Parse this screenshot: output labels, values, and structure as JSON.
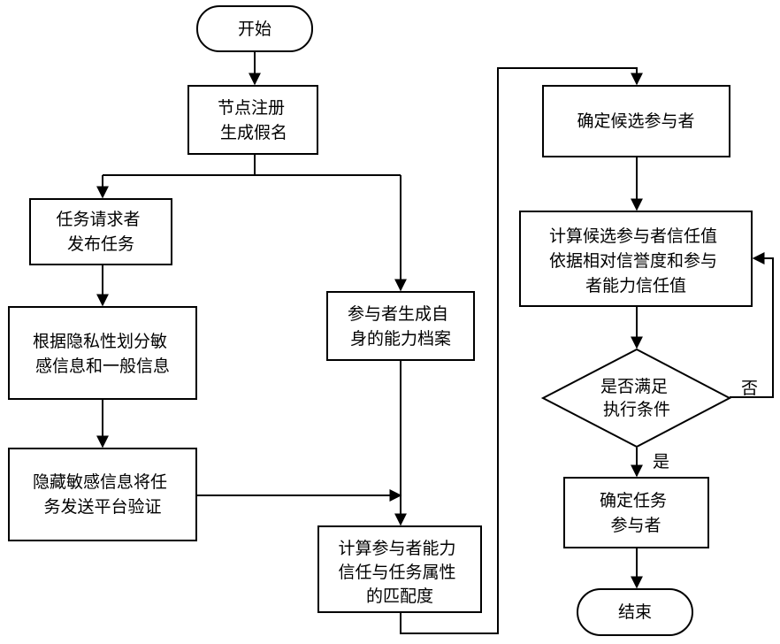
{
  "flowchart": {
    "start": "开始",
    "register": [
      "节点注册",
      "生成假名"
    ],
    "publish": [
      "任务请求者",
      "发布任务"
    ],
    "classify": [
      "根据隐私性划分敏",
      "感信息和一般信息"
    ],
    "hide": [
      "隐藏敏感信息将任",
      "务发送平台验证"
    ],
    "profile": [
      "参与者生成自",
      "身的能力档案"
    ],
    "match": [
      "计算参与者能力",
      "信任与任务属性",
      "的匹配度"
    ],
    "candidates": "确定候选参与者",
    "trust": [
      "计算候选参与者信任值",
      "依据相对信誉度和参与",
      "者能力信任值"
    ],
    "decision": [
      "是否满足",
      "执行条件"
    ],
    "no_label": "否",
    "yes_label": "是",
    "confirm": [
      "确定任务",
      "参与者"
    ],
    "end": "结束"
  }
}
